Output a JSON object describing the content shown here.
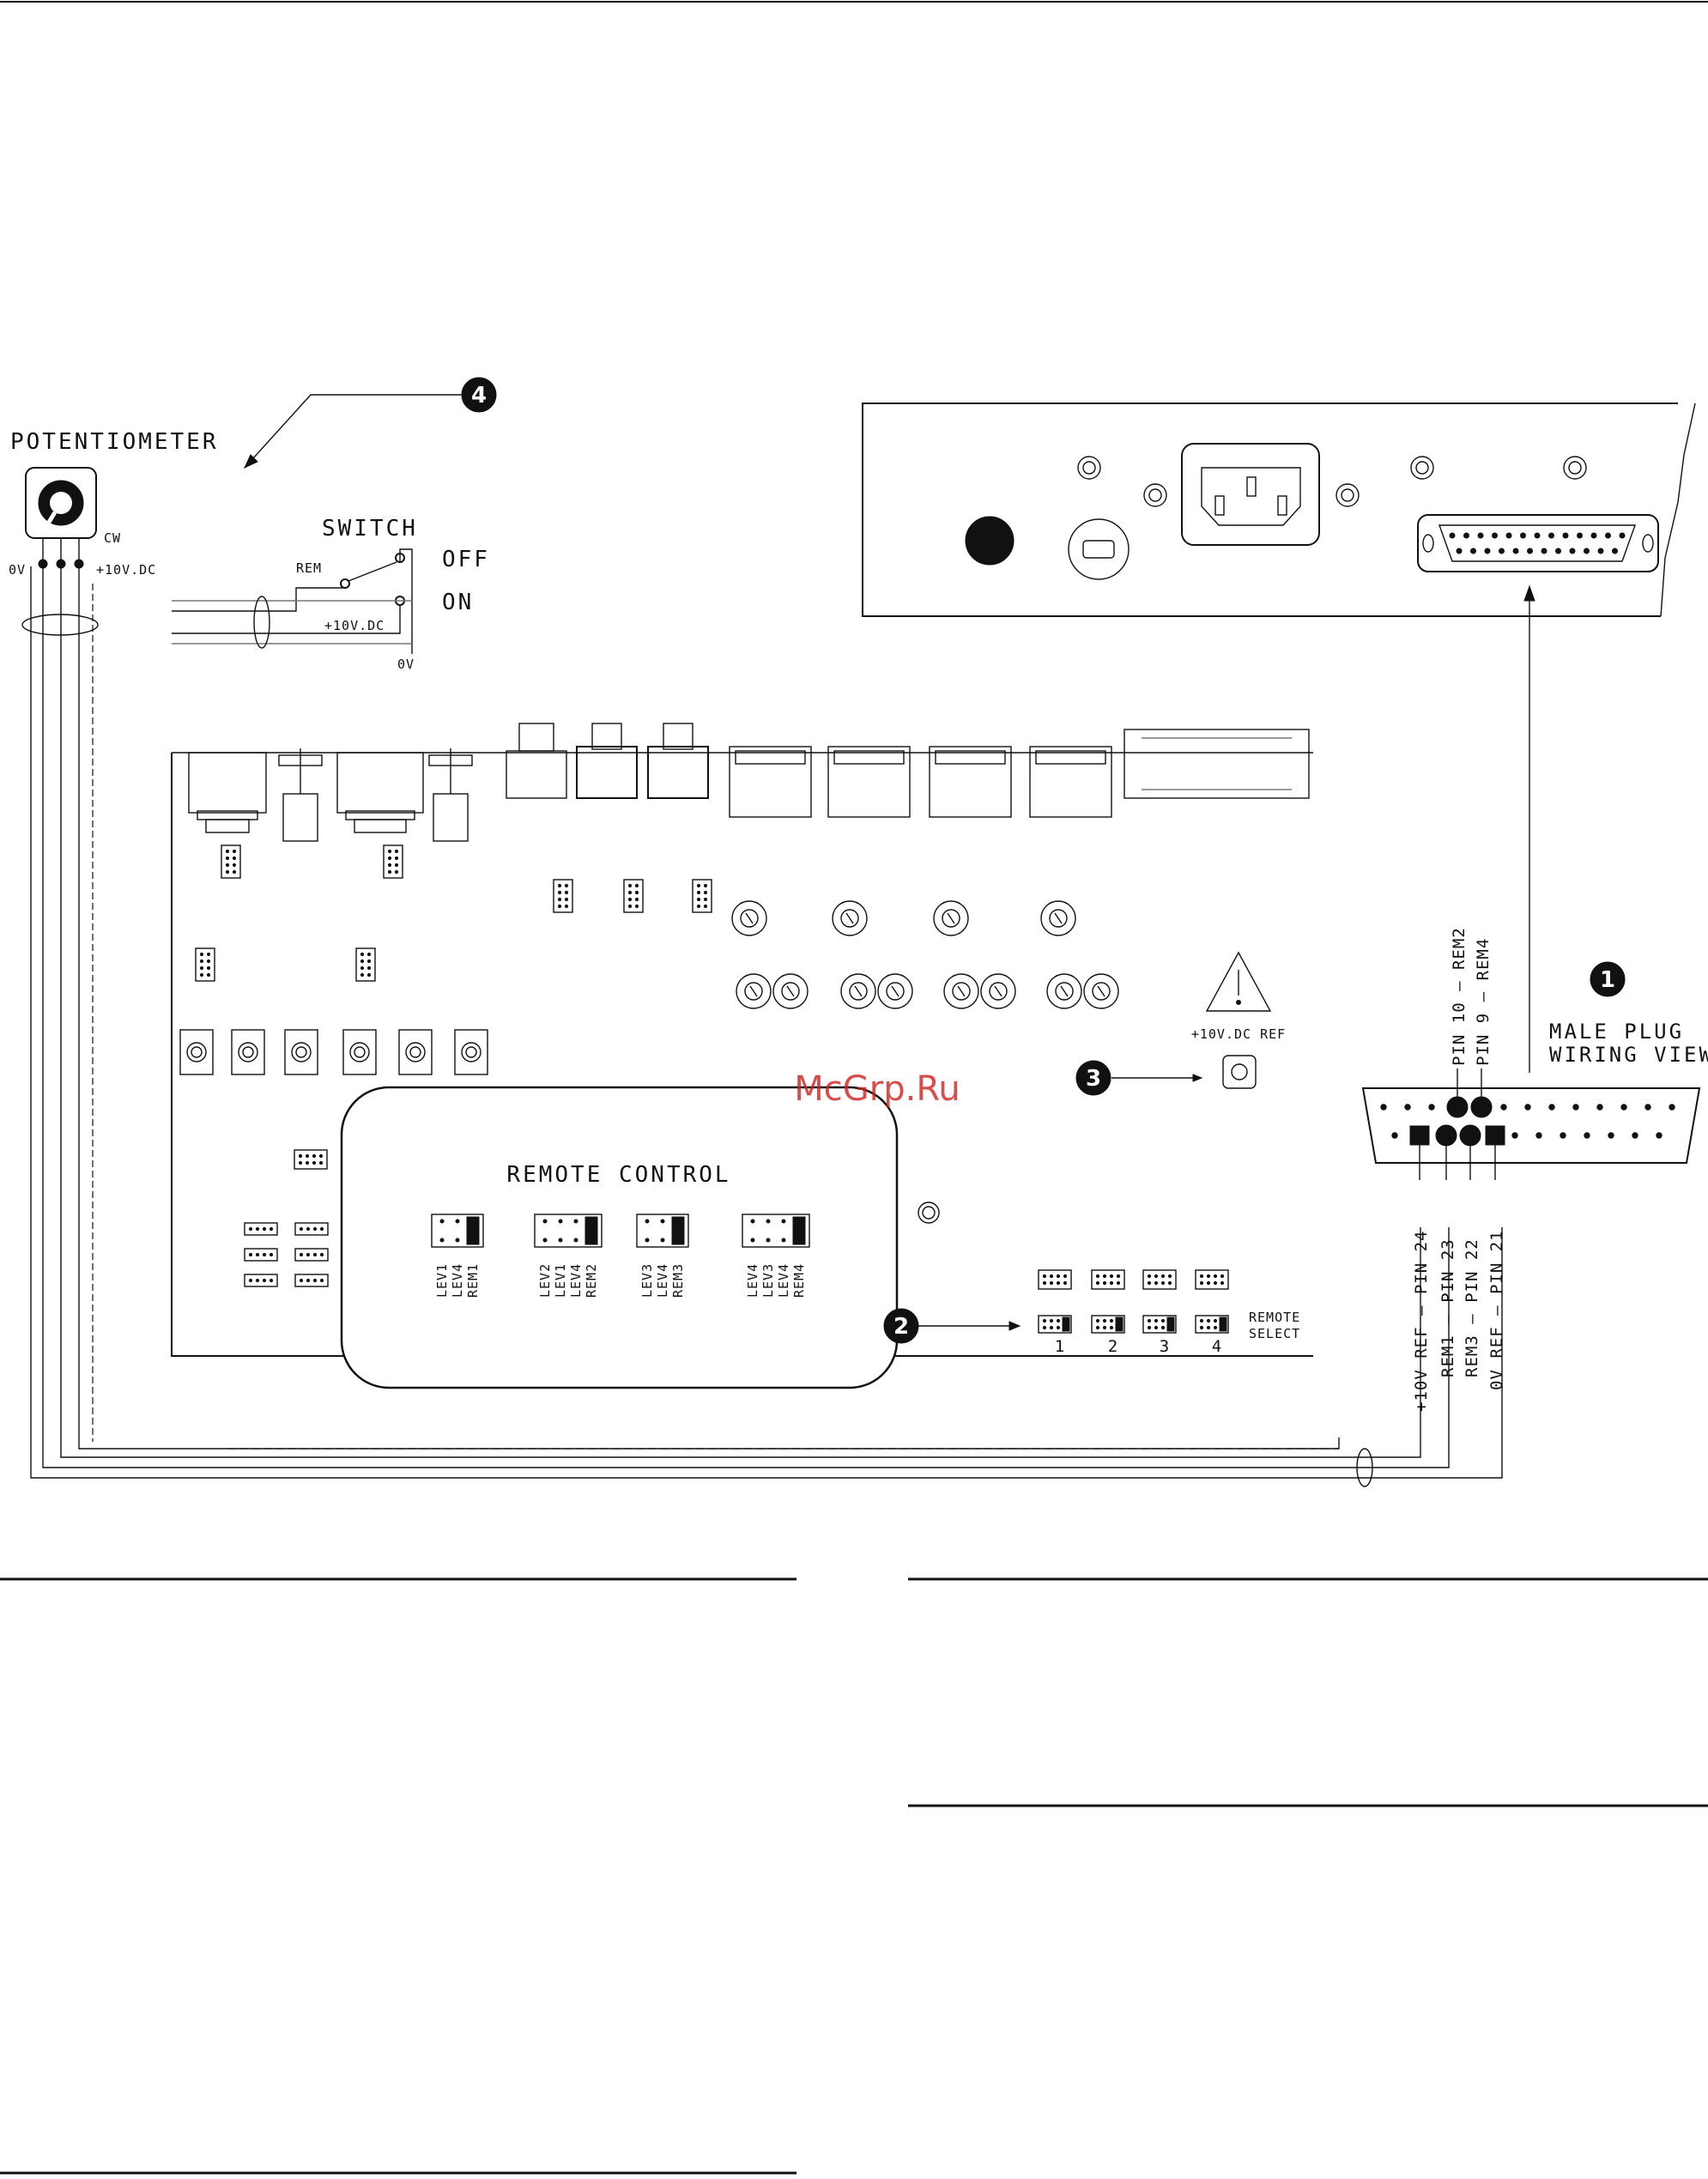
{
  "labels": {
    "potentiometer": "POTENTIOMETER",
    "pot_0v": "0V",
    "pot_cw": "CW",
    "pot_10v": "+10V.DC",
    "switch": "SWITCH",
    "switch_rem": "REM",
    "switch_off": "OFF",
    "switch_on": "ON",
    "switch_10v": "+10V.DC",
    "switch_0v": "0V",
    "remote_control": "REMOTE CONTROL",
    "ref_10v": "+10V.DC  REF",
    "remote_select": [
      "REMOTE",
      "SELECT"
    ],
    "male_plug": [
      "MALE PLUG",
      "WIRING VIEW"
    ],
    "pin_10": "PIN 10 — REM2",
    "pin_9": "PIN 9 — REM4",
    "pin_24": "+10V REF — PIN 24",
    "pin_23": "REM1 — PIN 23",
    "pin_22": "REM3 — PIN 22",
    "pin_21": "0V REF — PIN 21"
  },
  "remote_groups": [
    [
      "LEV1",
      "LEV4",
      "REM1"
    ],
    [
      "LEV2",
      "LEV1",
      "LEV4",
      "REM2"
    ],
    [
      "LEV3",
      "LEV4",
      "REM3"
    ],
    [
      "LEV4",
      "LEV3",
      "LEV4",
      "REM4"
    ]
  ],
  "remote_select_numbers": [
    "1",
    "2",
    "3",
    "4"
  ],
  "callouts": [
    "1",
    "2",
    "3",
    "4"
  ],
  "watermark": "McGrp.Ru"
}
